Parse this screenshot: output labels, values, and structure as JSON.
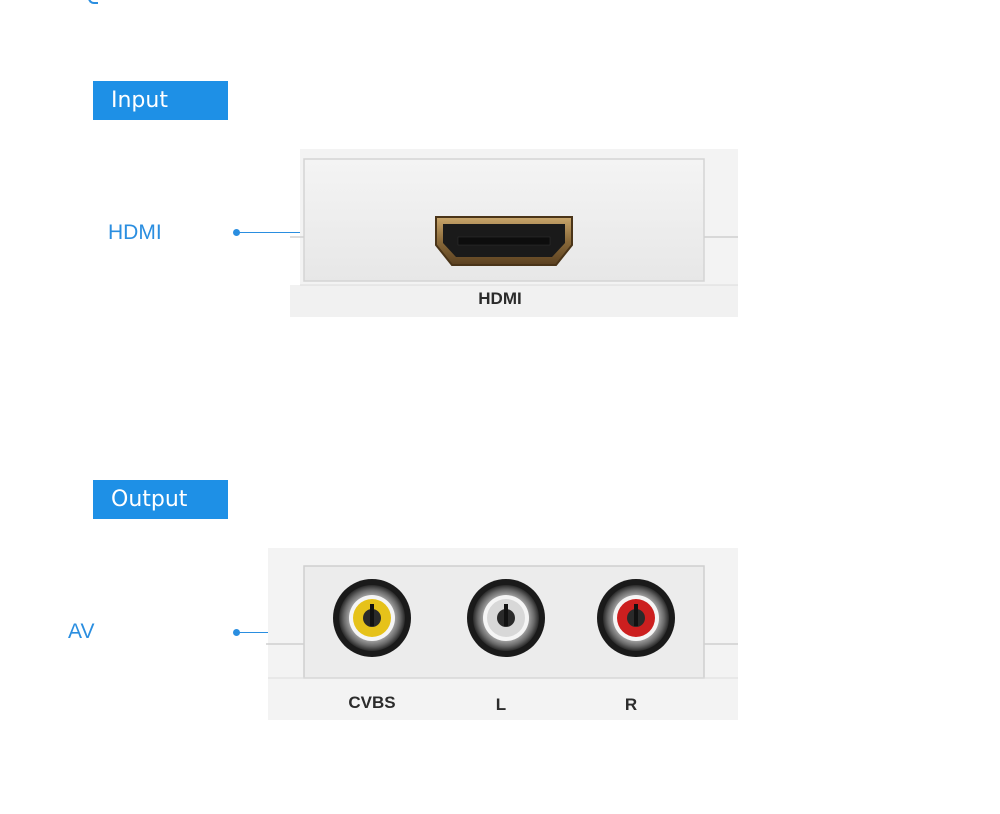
{
  "input_section": {
    "badge": "Input",
    "side_label": "HDMI",
    "port_caption": "HDMI"
  },
  "output_section": {
    "badge": "Output",
    "side_label": "AV",
    "port_captions": [
      "CVBS",
      "L",
      "R"
    ]
  },
  "colors": {
    "accent": "#1e90e6",
    "cvbs_jack": "#e6c21a",
    "l_jack": "#e0e0e0",
    "r_jack": "#cc1f1f"
  }
}
